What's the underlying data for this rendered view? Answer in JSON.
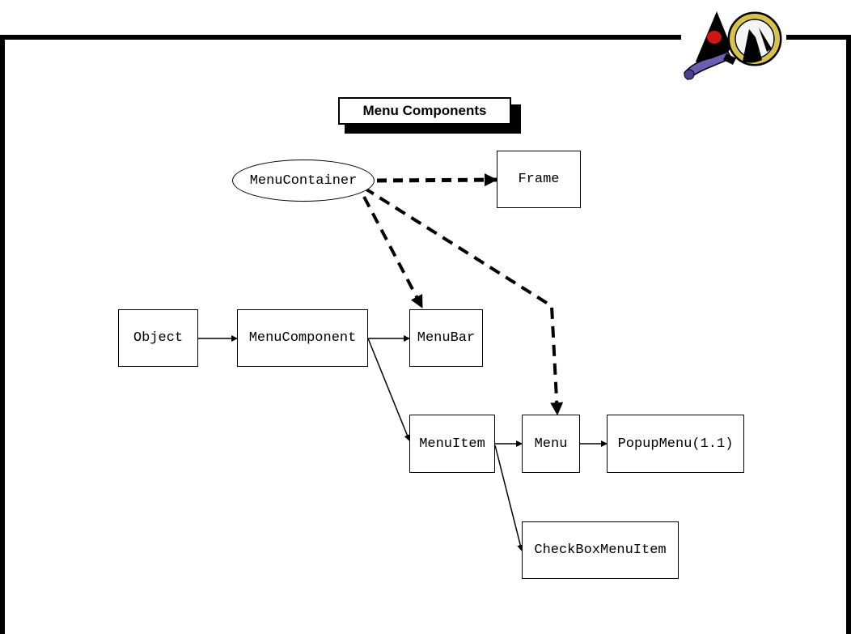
{
  "title": "Menu Components",
  "nodes": {
    "object": "Object",
    "menu_component": "MenuComponent",
    "menu_bar": "MenuBar",
    "menu_container": "MenuContainer",
    "frame": "Frame",
    "menu_item": "MenuItem",
    "menu": "Menu",
    "popup_menu": "PopupMenu(1.1)",
    "checkbox_menu_item": "CheckBoxMenuItem"
  },
  "edges": [
    {
      "from": "object",
      "to": "menu_component",
      "style": "solid"
    },
    {
      "from": "menu_component",
      "to": "menu_bar",
      "style": "solid"
    },
    {
      "from": "menu_component",
      "to": "menu_item",
      "style": "solid"
    },
    {
      "from": "menu_item",
      "to": "menu",
      "style": "solid"
    },
    {
      "from": "menu",
      "to": "popup_menu",
      "style": "solid"
    },
    {
      "from": "menu_item",
      "to": "checkbox_menu_item",
      "style": "solid"
    },
    {
      "from": "menu_container",
      "to": "frame",
      "style": "dashed"
    },
    {
      "from": "menu_container",
      "to": "menu_bar",
      "style": "dashed"
    },
    {
      "from": "menu_container",
      "to": "menu",
      "style": "dashed"
    }
  ],
  "logo_icon": "java-duke-magnifier-icon"
}
